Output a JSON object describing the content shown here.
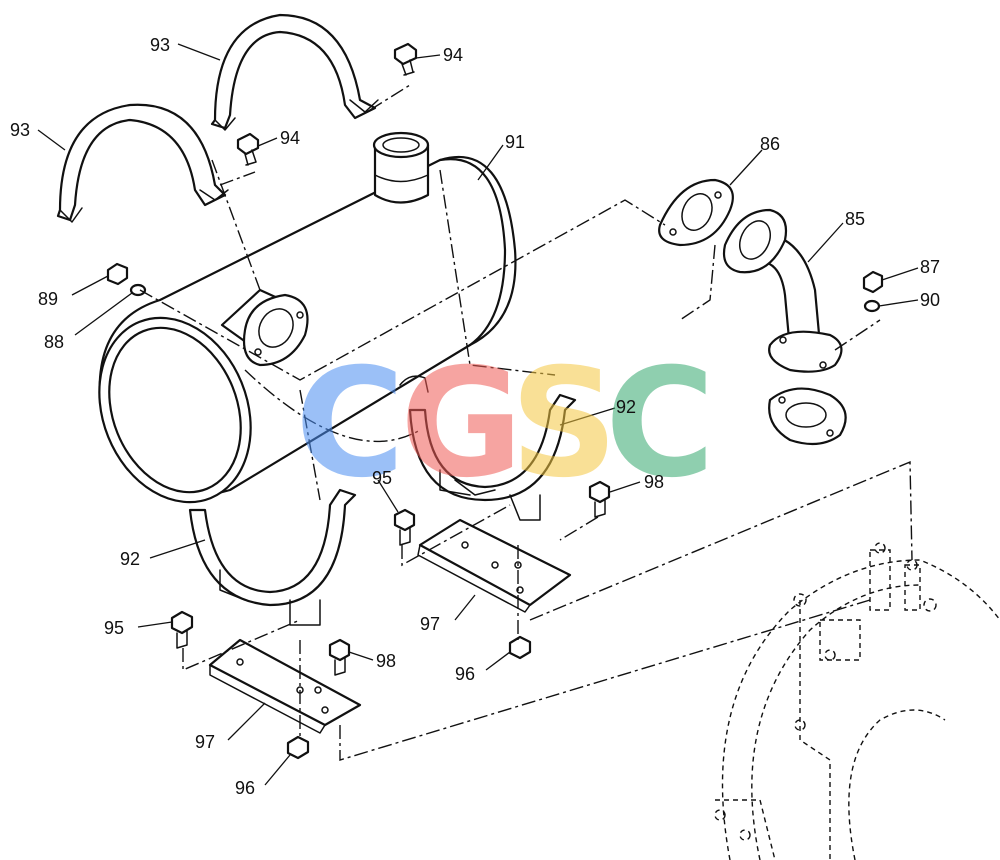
{
  "watermark": {
    "letters": [
      "C",
      "G",
      "S",
      "C"
    ],
    "colors": [
      "#4a8ef2",
      "#ef5b55",
      "#f5c842",
      "#35a86e"
    ]
  },
  "callouts": {
    "c93a": "93",
    "c93b": "93",
    "c94a": "94",
    "c94b": "94",
    "c91": "91",
    "c86": "86",
    "c85": "85",
    "c87": "87",
    "c90": "90",
    "c89": "89",
    "c88": "88",
    "c92a": "92",
    "c92b": "92",
    "c95a": "95",
    "c95b": "95",
    "c98a": "98",
    "c98b": "98",
    "c97a": "97",
    "c97b": "97",
    "c96a": "96",
    "c96b": "96"
  }
}
